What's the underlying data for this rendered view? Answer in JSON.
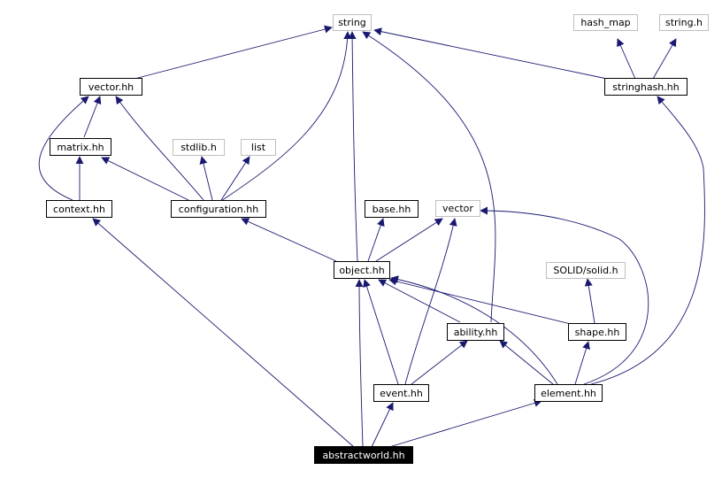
{
  "graph": {
    "edge_color": "#191970",
    "nodes": {
      "string": "string",
      "hash_map": "hash_map",
      "string_h": "string.h",
      "vector_hh": "vector.hh",
      "stringhash_hh": "stringhash.hh",
      "matrix_hh": "matrix.hh",
      "stdlib_h": "stdlib.h",
      "list": "list",
      "context_hh": "context.hh",
      "configuration_hh": "configuration.hh",
      "base_hh": "base.hh",
      "vector": "vector",
      "object_hh": "object.hh",
      "solid_h": "SOLID/solid.h",
      "ability_hh": "ability.hh",
      "shape_hh": "shape.hh",
      "event_hh": "event.hh",
      "element_hh": "element.hh",
      "abstractworld_hh": "abstractworld.hh"
    }
  }
}
